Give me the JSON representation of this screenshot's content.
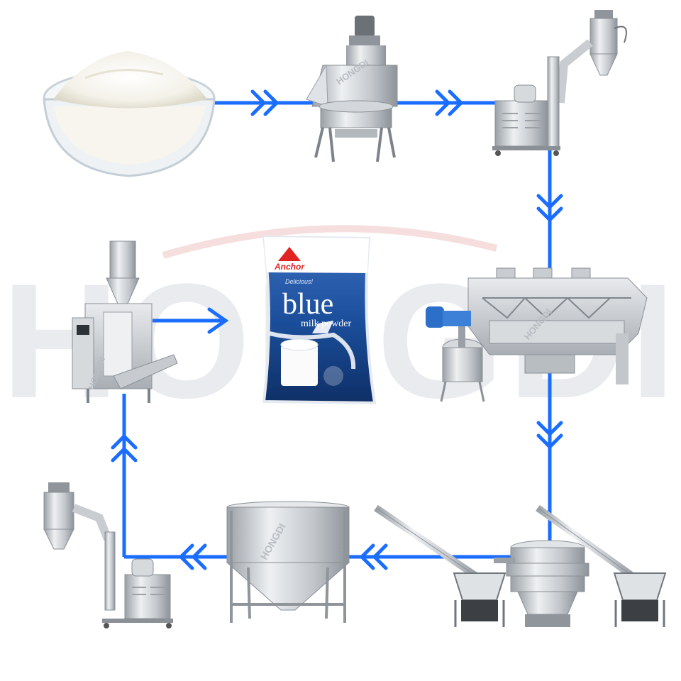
{
  "watermark": {
    "text": "HONGDI"
  },
  "colors": {
    "flow_line": "#1a6dff",
    "steel": "#c9ccd0",
    "watermark": "#e9ebef",
    "bag_blue": "#1b4f9c"
  },
  "nodes": [
    {
      "id": "milk-powder-bowl",
      "icon": "powder-bowl-icon"
    },
    {
      "id": "feeding-station",
      "icon": "bag-dump-station-icon",
      "label": "HONGDI"
    },
    {
      "id": "vacuum-conveyor-top",
      "icon": "vacuum-conveyor-icon"
    },
    {
      "id": "ribbon-mixer",
      "icon": "ribbon-mixer-icon",
      "label": "HONGDI"
    },
    {
      "id": "vibrating-sieve",
      "icon": "vibrating-sieve-icon"
    },
    {
      "id": "screw-conveyor-right",
      "icon": "screw-conveyor-icon"
    },
    {
      "id": "screw-conveyor-left",
      "icon": "screw-conveyor-icon"
    },
    {
      "id": "storage-hopper",
      "icon": "storage-hopper-icon",
      "label": "HONGDI"
    },
    {
      "id": "vacuum-conveyor-bottom",
      "icon": "vacuum-conveyor-icon"
    },
    {
      "id": "packing-machine",
      "icon": "vertical-packing-machine-icon",
      "label": "HONGDI"
    },
    {
      "id": "milk-powder-bag",
      "icon": "milk-powder-bag-icon"
    }
  ],
  "product_bag": {
    "brand": "Anchor",
    "tagline": "Delicious!",
    "name": "blue",
    "subtitle": "milk powder"
  }
}
